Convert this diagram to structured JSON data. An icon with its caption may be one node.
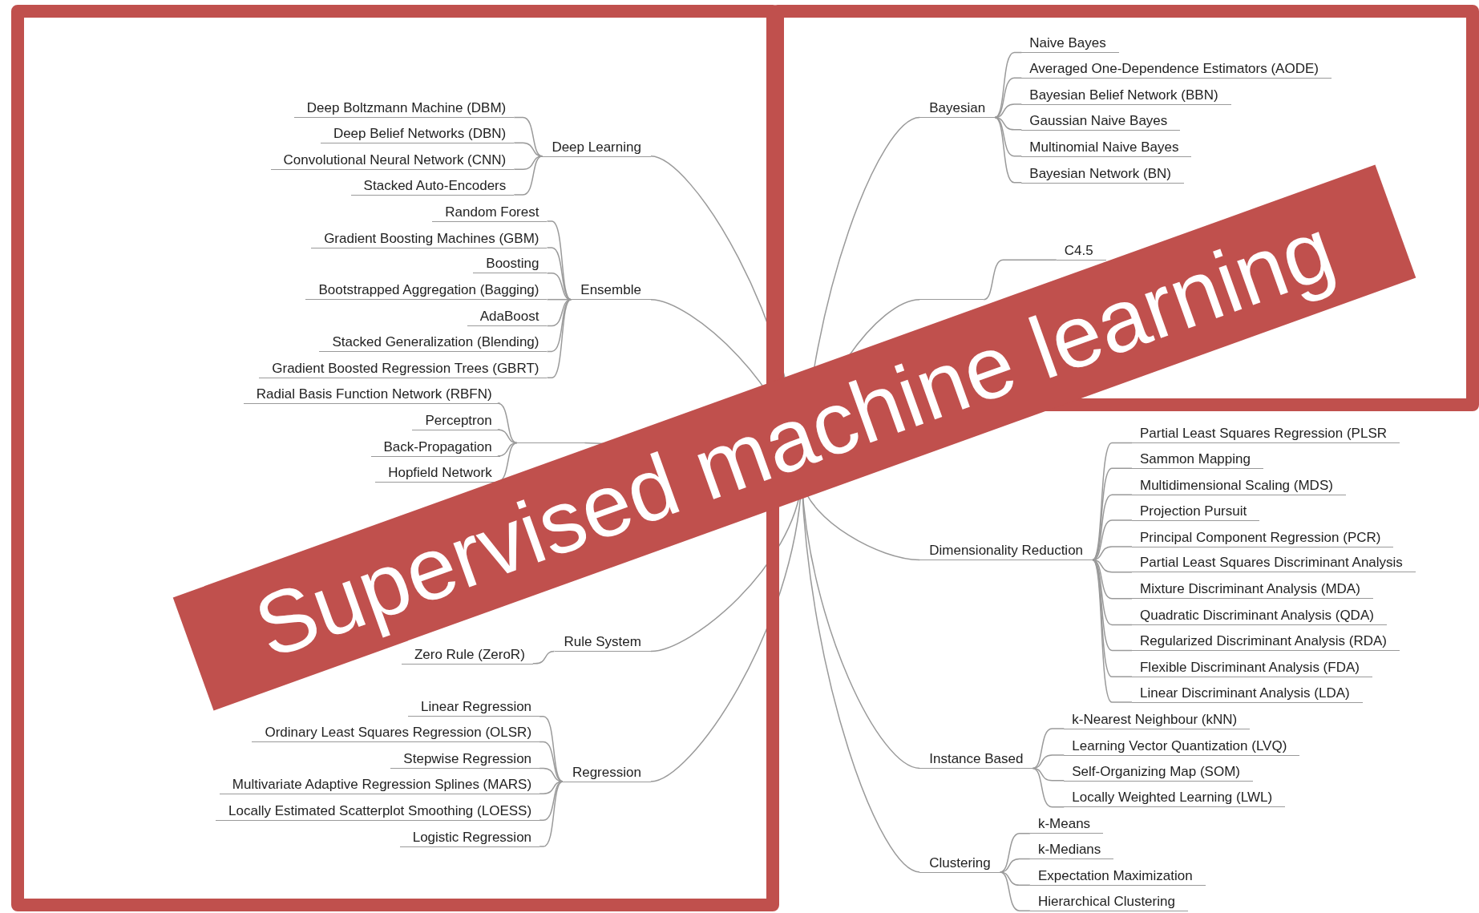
{
  "diagram": {
    "title": "Supervised machine learning",
    "nodes": [
      {
        "text": [
          "Deep Learning"
        ]
      },
      {
        "text": [
          "Deep Boltzmann Machine (DBM)"
        ]
      },
      {
        "text": [
          "Deep Belief Networks (DBN)"
        ]
      },
      {
        "text": [
          "Convolutional Neural Network (CNN)"
        ]
      },
      {
        "text": [
          "Stacked Auto-Encoders"
        ]
      },
      {
        "text": [
          "Ensemble"
        ]
      },
      {
        "text": [
          "Random Forest"
        ]
      },
      {
        "text": [
          "Gradient Boosting Machines (GBM)"
        ]
      },
      {
        "text": [
          "Boosting"
        ]
      },
      {
        "text": [
          "Bootstrapped Aggregation (Bagging)"
        ]
      },
      {
        "text": [
          "AdaBoost"
        ]
      },
      {
        "text": [
          "Stacked Generalization (Blending)"
        ]
      },
      {
        "text": [
          "Gradient Boosted Regression Trees (GBRT)"
        ]
      },
      {
        "text": [],
        "shape": "bar"
      },
      {
        "text": [
          "Radial Basis Function Network (RBFN)"
        ]
      },
      {
        "text": [
          "Perceptron"
        ]
      },
      {
        "text": [
          "Back-Propagation"
        ]
      },
      {
        "text": [
          "Hopfield Network"
        ]
      },
      {
        "text": [
          "Rule System"
        ]
      },
      {
        "text": [
          "Zero Rule (ZeroR)"
        ]
      },
      {
        "text": [
          "Regression"
        ]
      },
      {
        "text": [
          "Linear Regression"
        ]
      },
      {
        "text": [
          "Ordinary Least Squares Regression (OLSR)"
        ]
      },
      {
        "text": [
          "Stepwise Regression"
        ]
      },
      {
        "text": [
          "Multivariate Adaptive Regression Splines (MARS)"
        ]
      },
      {
        "text": [
          "Locally Estimated Scatterplot Smoothing (LOESS)"
        ]
      },
      {
        "text": [
          "Logistic Regression"
        ]
      },
      {
        "text": [
          "Bayesian"
        ]
      },
      {
        "text": [
          "Naive Bayes"
        ]
      },
      {
        "text": [
          "Averaged One-Dependence Estimators (AODE)"
        ]
      },
      {
        "text": [
          "Bayesian Belief Network (BBN)"
        ]
      },
      {
        "text": [
          "Gaussian Naive Bayes"
        ]
      },
      {
        "text": [
          "Multinomial Naive Bayes"
        ]
      },
      {
        "text": [
          "Bayesian Network (BN)"
        ]
      },
      {
        "text": [],
        "shape": "bar"
      },
      {
        "text": [
          "C4.5"
        ]
      },
      {
        "text": [
          "Dimensionality Reduction"
        ]
      },
      {
        "text": [
          "Partial Least Squares Regression (PLSR"
        ]
      },
      {
        "text": [
          "Sammon Mapping"
        ]
      },
      {
        "text": [
          "Multidimensional Scaling (MDS)"
        ]
      },
      {
        "text": [
          "Projection Pursuit"
        ]
      },
      {
        "text": [
          "Principal Component Regression (PCR)"
        ]
      },
      {
        "text": [
          "Partial Least Squares Discriminant Analysis"
        ]
      },
      {
        "text": [
          "Mixture Discriminant Analysis (MDA)"
        ]
      },
      {
        "text": [
          "Quadratic Discriminant Analysis (QDA)"
        ]
      },
      {
        "text": [
          "Regularized Discriminant Analysis (RDA)"
        ]
      },
      {
        "text": [
          "Flexible Discriminant Analysis (FDA)"
        ]
      },
      {
        "text": [
          "Linear Discriminant Analysis (LDA)"
        ]
      },
      {
        "text": [
          "Instance Based"
        ]
      },
      {
        "text": [
          "k-Nearest Neighbour (kNN)"
        ]
      },
      {
        "text": [
          "Learning Vector Quantization (LVQ)"
        ]
      },
      {
        "text": [
          "Self-Organizing Map (SOM)"
        ]
      },
      {
        "text": [
          "Locally Weighted Learning (LWL)"
        ]
      },
      {
        "text": [
          "Clustering"
        ]
      },
      {
        "text": [
          "k-Means"
        ]
      },
      {
        "text": [
          "k-Medians"
        ]
      },
      {
        "text": [
          "Expectation Maximization"
        ]
      },
      {
        "text": [
          "Hierarchical Clustering"
        ]
      }
    ],
    "edges": [
      {
        "from": null,
        "to": 0,
        "arrow": "none"
      },
      {
        "from": null,
        "to": 5,
        "arrow": "none"
      },
      {
        "from": null,
        "to": 13,
        "arrow": "none"
      },
      {
        "from": null,
        "to": 18,
        "arrow": "none"
      },
      {
        "from": null,
        "to": 20,
        "arrow": "none"
      },
      {
        "from": null,
        "to": 27,
        "arrow": "none"
      },
      {
        "from": null,
        "to": 34,
        "arrow": "none"
      },
      {
        "from": null,
        "to": 36,
        "arrow": "none"
      },
      {
        "from": null,
        "to": 48,
        "arrow": "none"
      },
      {
        "from": null,
        "to": 53,
        "arrow": "none"
      },
      {
        "from": 0,
        "to": 1,
        "arrow": "none"
      },
      {
        "from": 0,
        "to": 2,
        "arrow": "none"
      },
      {
        "from": 0,
        "to": 3,
        "arrow": "none"
      },
      {
        "from": 0,
        "to": 4,
        "arrow": "none"
      },
      {
        "from": 5,
        "to": 6,
        "arrow": "none"
      },
      {
        "from": 5,
        "to": 7,
        "arrow": "none"
      },
      {
        "from": 5,
        "to": 8,
        "arrow": "none"
      },
      {
        "from": 5,
        "to": 9,
        "arrow": "none"
      },
      {
        "from": 5,
        "to": 10,
        "arrow": "none"
      },
      {
        "from": 5,
        "to": 11,
        "arrow": "none"
      },
      {
        "from": 5,
        "to": 12,
        "arrow": "none"
      },
      {
        "from": 13,
        "to": 14,
        "arrow": "none"
      },
      {
        "from": 13,
        "to": 15,
        "arrow": "none"
      },
      {
        "from": 13,
        "to": 16,
        "arrow": "none"
      },
      {
        "from": 13,
        "to": 17,
        "arrow": "none"
      },
      {
        "from": 18,
        "to": 19,
        "arrow": "none"
      },
      {
        "from": 20,
        "to": 21,
        "arrow": "none"
      },
      {
        "from": 20,
        "to": 22,
        "arrow": "none"
      },
      {
        "from": 20,
        "to": 23,
        "arrow": "none"
      },
      {
        "from": 20,
        "to": 24,
        "arrow": "none"
      },
      {
        "from": 20,
        "to": 25,
        "arrow": "none"
      },
      {
        "from": 20,
        "to": 26,
        "arrow": "none"
      },
      {
        "from": 27,
        "to": 28,
        "arrow": "none"
      },
      {
        "from": 27,
        "to": 29,
        "arrow": "none"
      },
      {
        "from": 27,
        "to": 30,
        "arrow": "none"
      },
      {
        "from": 27,
        "to": 31,
        "arrow": "none"
      },
      {
        "from": 27,
        "to": 32,
        "arrow": "none"
      },
      {
        "from": 27,
        "to": 33,
        "arrow": "none"
      },
      {
        "from": 34,
        "to": 35,
        "arrow": "none"
      },
      {
        "from": 36,
        "to": 37,
        "arrow": "none"
      },
      {
        "from": 36,
        "to": 38,
        "arrow": "none"
      },
      {
        "from": 36,
        "to": 39,
        "arrow": "none"
      },
      {
        "from": 36,
        "to": 40,
        "arrow": "none"
      },
      {
        "from": 36,
        "to": 41,
        "arrow": "none"
      },
      {
        "from": 36,
        "to": 42,
        "arrow": "none"
      },
      {
        "from": 36,
        "to": 43,
        "arrow": "none"
      },
      {
        "from": 36,
        "to": 44,
        "arrow": "none"
      },
      {
        "from": 36,
        "to": 45,
        "arrow": "none"
      },
      {
        "from": 36,
        "to": 46,
        "arrow": "none"
      },
      {
        "from": 36,
        "to": 47,
        "arrow": "none"
      },
      {
        "from": 48,
        "to": 49,
        "arrow": "none"
      },
      {
        "from": 48,
        "to": 50,
        "arrow": "none"
      },
      {
        "from": 48,
        "to": 51,
        "arrow": "none"
      },
      {
        "from": 48,
        "to": 52,
        "arrow": "none"
      },
      {
        "from": 53,
        "to": 54,
        "arrow": "none"
      },
      {
        "from": 53,
        "to": 55,
        "arrow": "none"
      },
      {
        "from": 53,
        "to": 56,
        "arrow": "none"
      },
      {
        "from": 53,
        "to": 57,
        "arrow": "none"
      }
    ]
  }
}
